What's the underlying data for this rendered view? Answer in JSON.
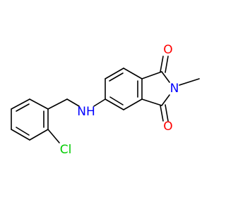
{
  "molecule": {
    "atoms": {
      "amine_nitrogen": {
        "text": "NH",
        "color": "#0000ff"
      },
      "imide_nitrogen": {
        "text": "N",
        "color": "#0000ff"
      },
      "oxygen_top": {
        "text": "O",
        "color": "#ff0000"
      },
      "oxygen_bottom": {
        "text": "O",
        "color": "#ff0000"
      },
      "chlorine": {
        "text": "Cl",
        "color": "#00cc00"
      }
    },
    "bond_color": "#000000"
  }
}
